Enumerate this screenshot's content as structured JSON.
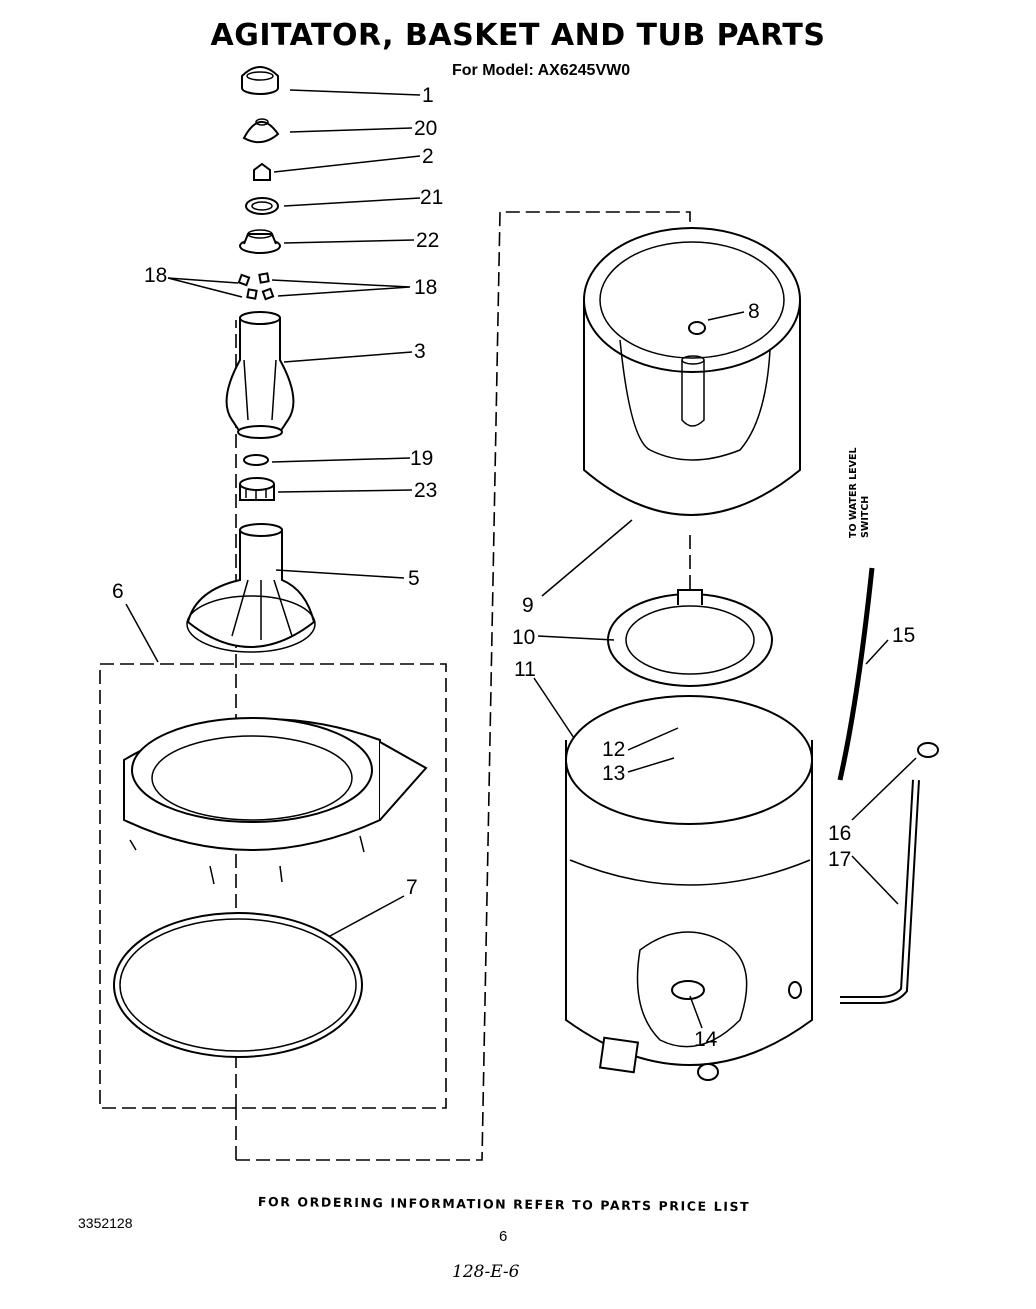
{
  "title": "AGITATOR, BASKET AND TUB PARTS",
  "model_line": "For Model: AX6245VW0",
  "side_note": {
    "line1": "TO WATER LEVEL",
    "line2": "SWITCH"
  },
  "footer_note": "FOR ORDERING INFORMATION REFER TO PARTS PRICE LIST",
  "doc_number": "3352128",
  "page_number": "6",
  "handwritten_note": "128-E-6",
  "callouts": {
    "c1": "1",
    "c20": "20",
    "c2": "2",
    "c21": "21",
    "c22": "22",
    "c18a": "18",
    "c18b": "18",
    "c3": "3",
    "c19": "19",
    "c23": "23",
    "c5": "5",
    "c6": "6",
    "c7": "7",
    "c8": "8",
    "c9": "9",
    "c10": "10",
    "c11": "11",
    "c12": "12",
    "c13": "13",
    "c14": "14",
    "c15": "15",
    "c16": "16",
    "c17": "17"
  }
}
